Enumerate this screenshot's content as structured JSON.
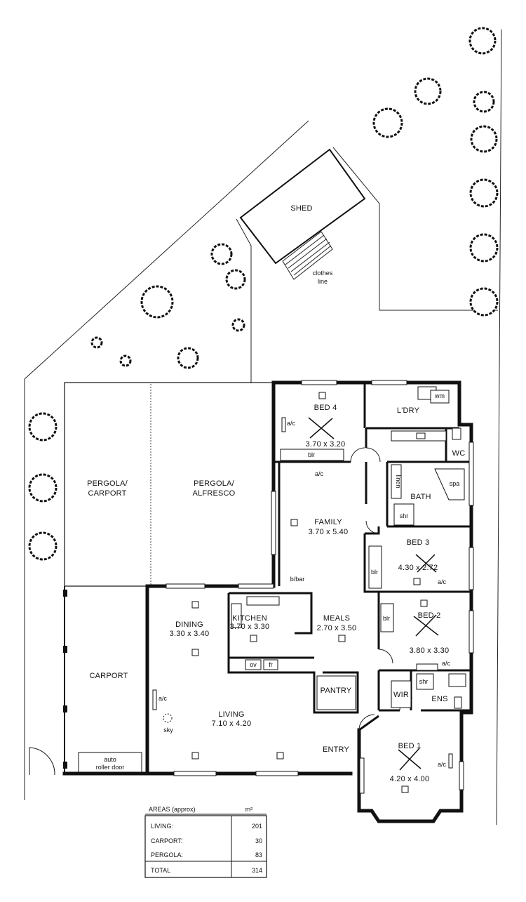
{
  "rooms": {
    "shed": "SHED",
    "clothes_line": [
      "clothes",
      "line"
    ],
    "bed4": {
      "name": "BED 4",
      "size": "3.70 x 3.20"
    },
    "ldry": "L'DRY",
    "wm": "wm",
    "wc": "WC",
    "spa": "spa",
    "bath": "BATH",
    "linen": "linen",
    "shr_bath": "shr",
    "pergola_carport": [
      "PERGOLA/",
      "CARPORT"
    ],
    "pergola_alfresco": [
      "PERGOLA/",
      "ALFRESCO"
    ],
    "family": {
      "name": "FAMILY",
      "size": "3.70 x 5.40"
    },
    "bed3": {
      "name": "BED 3",
      "size": "4.30 x 2.72"
    },
    "kitchen": {
      "name": "KITCHEN",
      "size": "3.70 x 3.30"
    },
    "dining": {
      "name": "DINING",
      "size": "3.30 x 3.40"
    },
    "meals": {
      "name": "MEALS",
      "size": "2.70 x 3.50"
    },
    "bed2": {
      "name": "BED 2",
      "size": "3.80 x 3.30"
    },
    "carport": "CARPORT",
    "pantry": "PANTRY",
    "wir": "WIR",
    "ens": "ENS",
    "shr_ens": "shr",
    "living": {
      "name": "LIVING",
      "size": "7.10 x 4.20"
    },
    "sky": "sky",
    "entry": "ENTRY",
    "bed1": {
      "name": "BED 1",
      "size": "4.20 x 4.00"
    },
    "auto_door": [
      "auto",
      "roller door"
    ]
  },
  "fixtures": {
    "ac": "a/c",
    "blr": "blr",
    "bbar": "b/bar",
    "ov": "ov",
    "fr": "fr"
  },
  "areas": {
    "title": "AREAS (approx)",
    "unit": "m²",
    "rows": [
      {
        "label": "LIVING:",
        "value": "201"
      },
      {
        "label": "CARPORT:",
        "value": "30"
      },
      {
        "label": "PERGOLA:",
        "value": "83"
      }
    ],
    "total": {
      "label": "TOTAL",
      "value": "314"
    }
  }
}
